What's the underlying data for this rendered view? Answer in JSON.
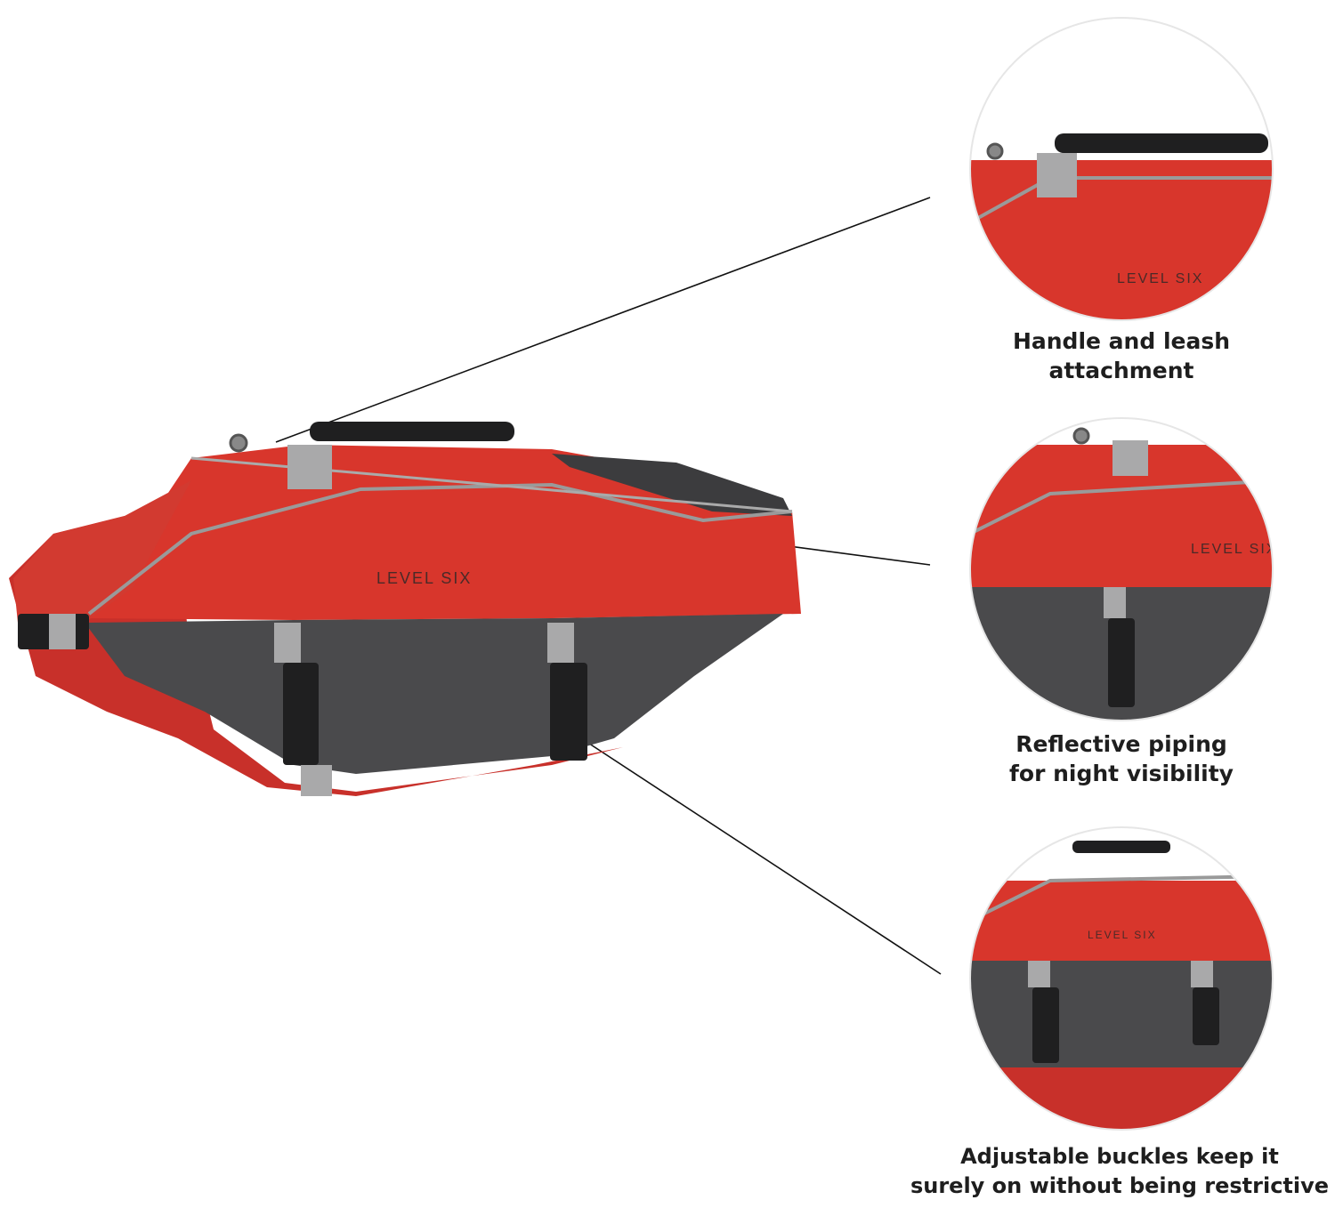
{
  "product": {
    "brand_logo": "LEVEL SIX",
    "colors": {
      "red": "#d8362c",
      "red_dark": "#b52a22",
      "gray": "#4a4a4c",
      "strap": "#a9a9aa",
      "buckle": "#1f1f20"
    }
  },
  "callouts": [
    {
      "lines": [
        "Handle and leash",
        "attachment"
      ]
    },
    {
      "lines": [
        "Reflective piping",
        "for night visibility"
      ]
    },
    {
      "lines": [
        "Adjustable buckles keep it",
        "surely on without being restrictive"
      ]
    }
  ]
}
